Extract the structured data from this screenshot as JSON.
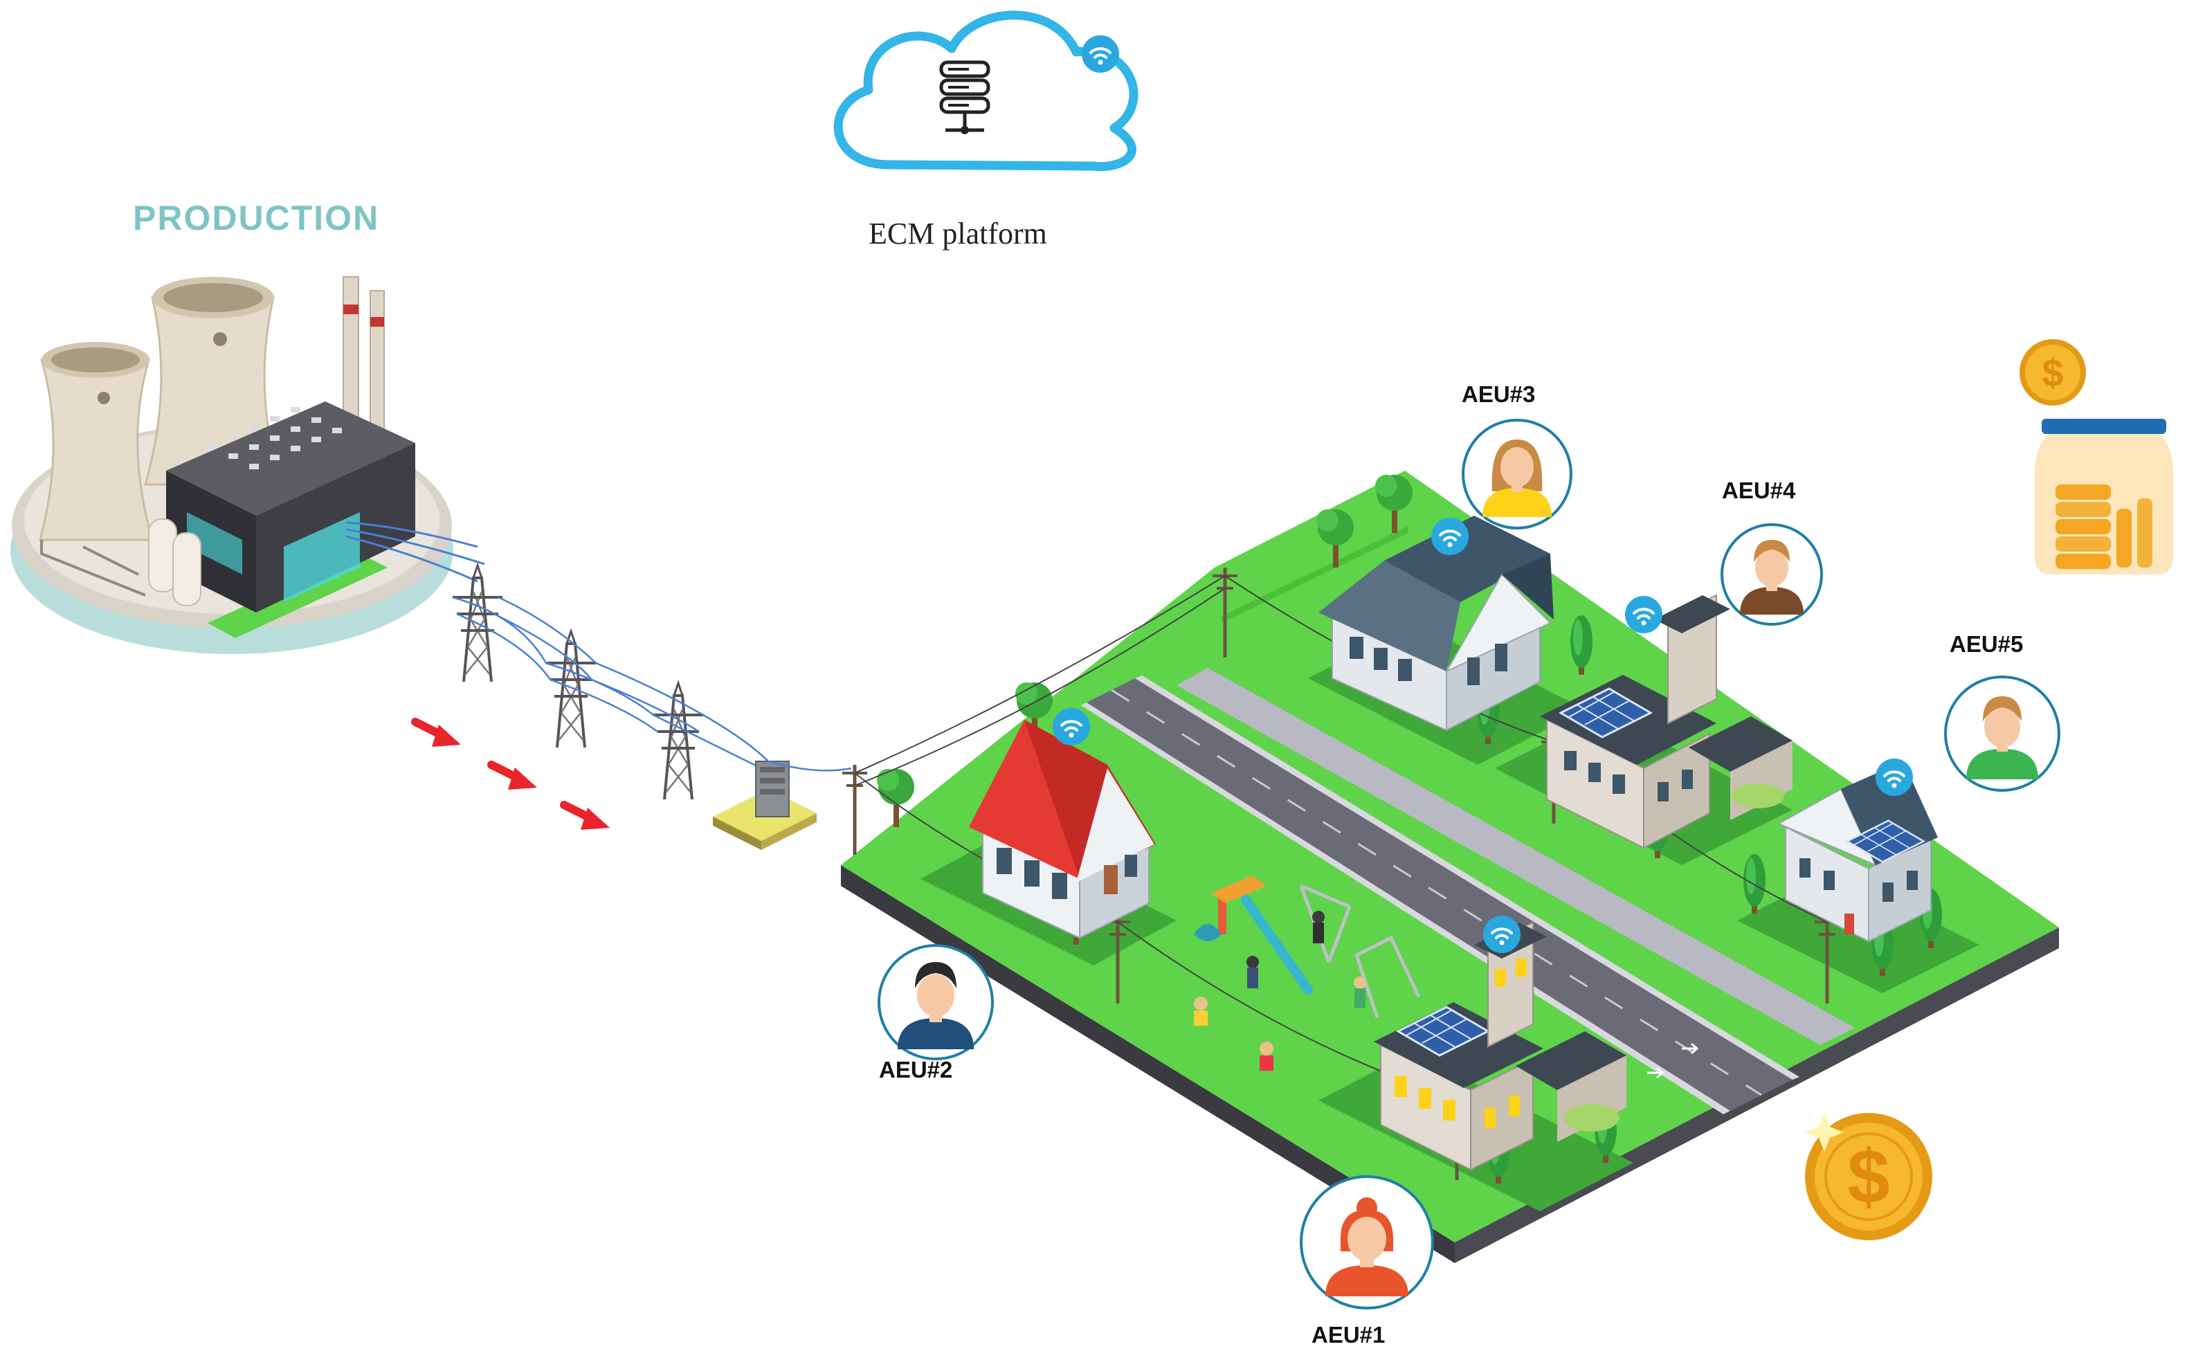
{
  "labels": {
    "production": "PRODUCTION",
    "platform": "ECM platform",
    "aeu1": "AEU#1",
    "aeu2": "AEU#2",
    "aeu3": "AEU#3",
    "aeu4": "AEU#4",
    "aeu5": "AEU#5"
  },
  "icons": {
    "cloud": "cloud-server-icon",
    "wifi": "wifi-icon",
    "user": "user-avatar-icon",
    "coin": "dollar-coin-icon",
    "jar": "coin-jar-icon",
    "arrow": "power-flow-arrow-icon"
  },
  "colors": {
    "production_label": "#7ec4c4",
    "cloud_outline": "#33b5e8",
    "wifi_badge": "#29a8e0",
    "grass": "#5fd34a",
    "road": "#6b6b78",
    "arrow": "#e8252a",
    "roof_red": "#e53a33",
    "roof_blue": "#3d5669",
    "coin": "#f5b82e",
    "avatar_ring": "#1f7fa6"
  }
}
